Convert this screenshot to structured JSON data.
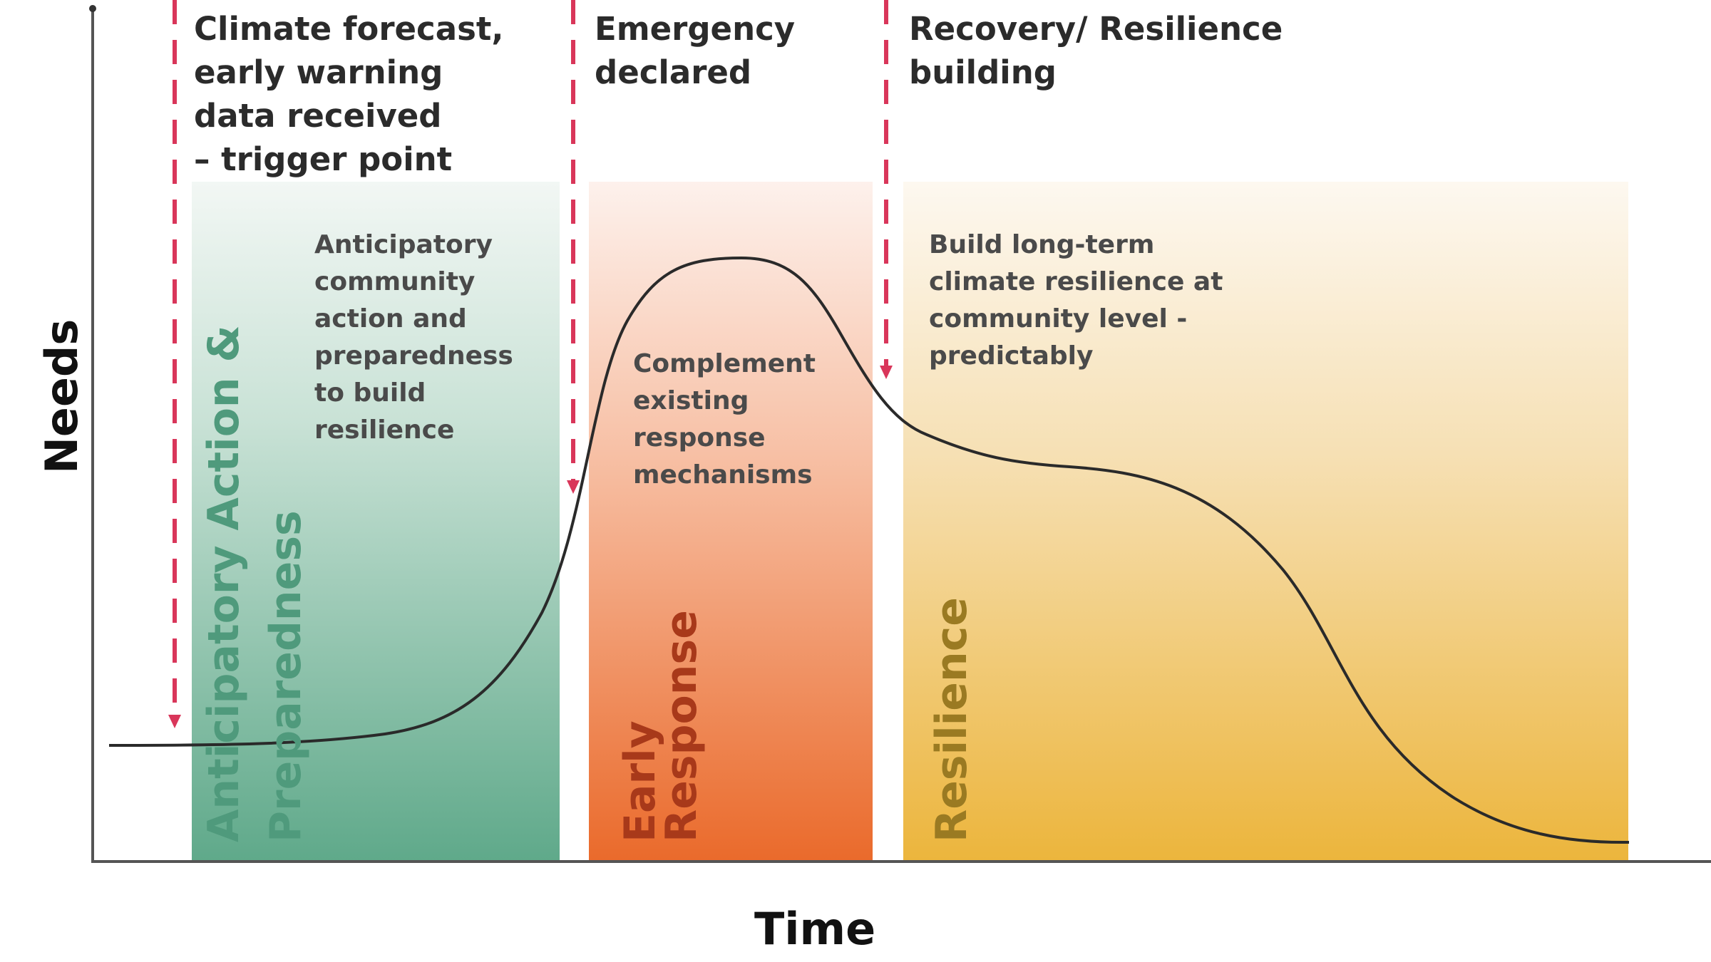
{
  "axes": {
    "y_label": "Needs",
    "x_label": "Time"
  },
  "phases": [
    {
      "header": [
        "Climate forecast,",
        "early warning",
        "data received",
        "– trigger point"
      ]
    },
    {
      "header": [
        "Emergency",
        "declared"
      ]
    },
    {
      "header": [
        "Recovery/ Resilience",
        "building"
      ]
    }
  ],
  "bands": [
    {
      "title": [
        "Anticipatory Action &",
        "Preparedness"
      ],
      "description": [
        "Anticipatory",
        "community",
        "action and",
        "preparedness",
        "to build",
        "resilience"
      ],
      "color": "#5fa98a",
      "title_color": "#4f9a7c"
    },
    {
      "title": [
        "Early",
        "Response"
      ],
      "description": [
        "Complement",
        "existing",
        "response",
        "mechanisms"
      ],
      "color": "#ea6a2b",
      "title_color": "#a8391a"
    },
    {
      "title": [
        "Resilience"
      ],
      "description": [
        "Build long-term",
        "climate resilience at",
        "community level -",
        "predictably"
      ],
      "color": "#ecb53c",
      "title_color": "#9a7a22"
    }
  ],
  "colors": {
    "trigger_line": "#d9365a",
    "curve": "#2a2a2a"
  }
}
